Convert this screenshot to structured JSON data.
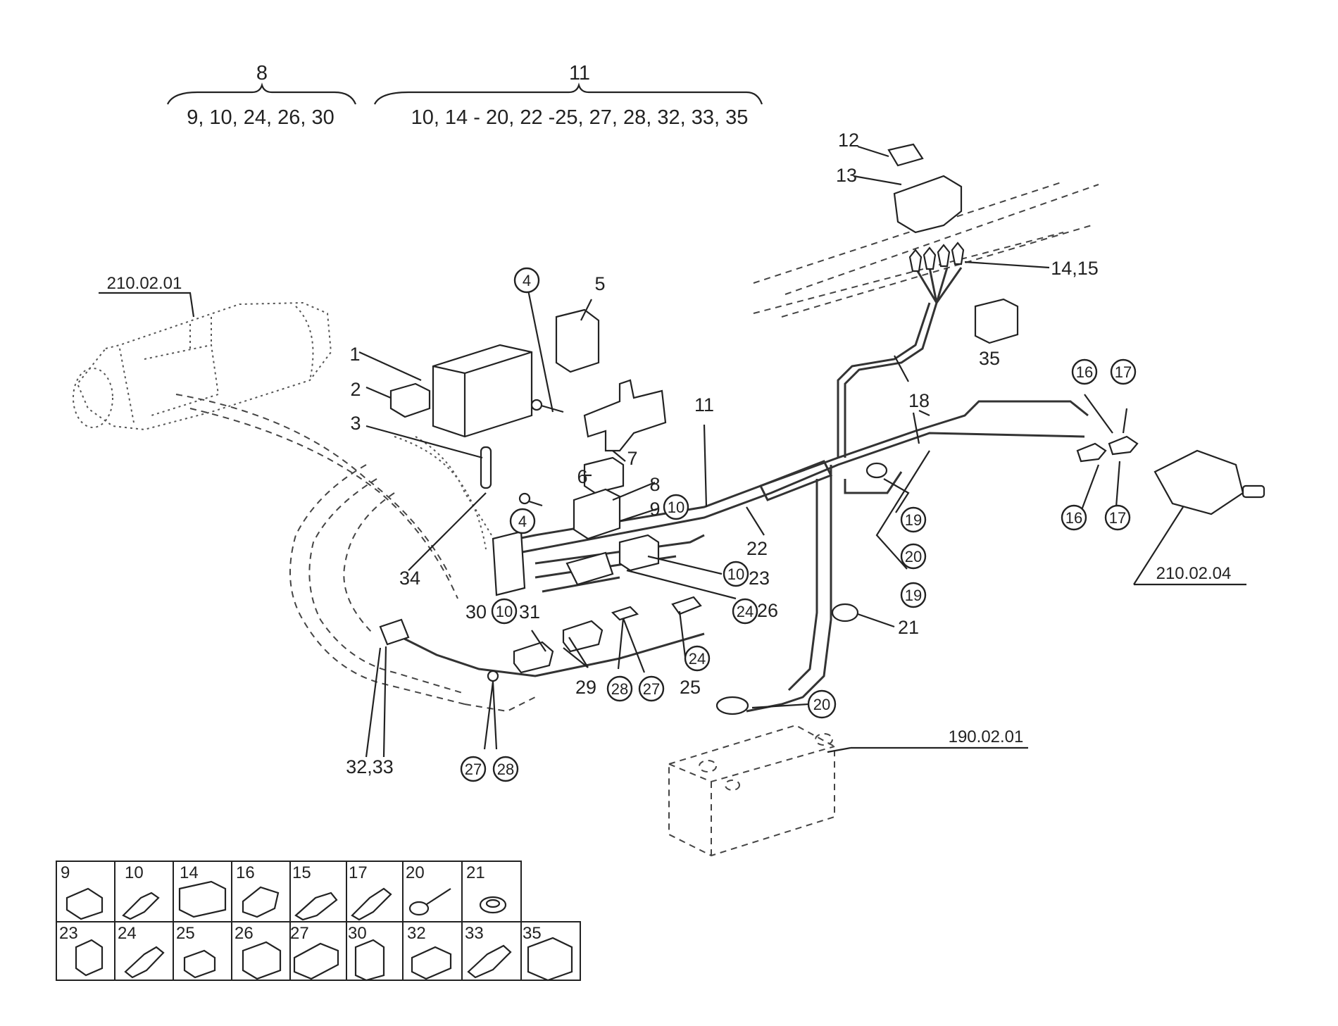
{
  "header": {
    "group_left": {
      "number": "8",
      "items": "9, 10, 24, 26, 30"
    },
    "group_right": {
      "number": "11",
      "items": "10, 14 - 20, 22 -25, 27, 28, 32, 33, 35"
    }
  },
  "references": {
    "heater": "210.02.01",
    "motor": "210.02.04",
    "battery": "190.02.01"
  },
  "callouts": {
    "c1": "1",
    "c2": "2",
    "c3": "3",
    "c4a": "4",
    "c4b": "4",
    "c5": "5",
    "c6": "6",
    "c7": "7",
    "c8": "8",
    "c9": "9",
    "c10a": "10",
    "c10b": "10",
    "c10c": "10",
    "c11": "11",
    "c12": "12",
    "c13": "13",
    "c1415": "14,15",
    "c16a": "16",
    "c16b": "16",
    "c17a": "17",
    "c17b": "17",
    "c18": "18",
    "c19a": "19",
    "c19b": "19",
    "c20a": "20",
    "c20b": "20",
    "c21": "21",
    "c22": "22",
    "c23": "23",
    "c24a": "24",
    "c24b": "24",
    "c25": "25",
    "c26": "26",
    "c27a": "27",
    "c27b": "27",
    "c28a": "28",
    "c28b": "28",
    "c29": "29",
    "c30": "30",
    "c31": "31",
    "c3233": "32,33",
    "c34": "34",
    "c35": "35"
  },
  "legend_table": {
    "row1": [
      "9",
      "10",
      "14",
      "16",
      "15",
      "17",
      "20",
      "21"
    ],
    "row2": [
      "23",
      "24",
      "25",
      "26",
      "27",
      "30",
      "32",
      "33",
      "35"
    ]
  }
}
